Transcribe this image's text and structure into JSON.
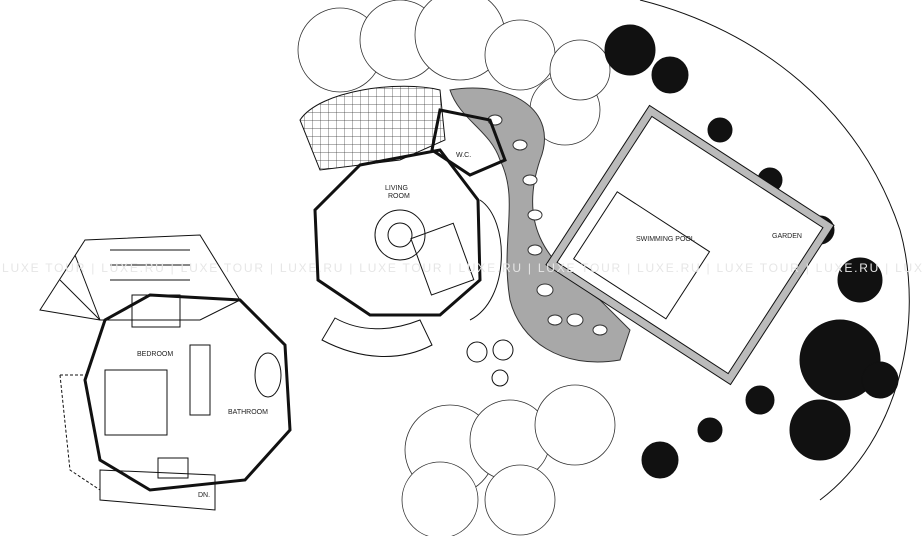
{
  "plan": {
    "labels": {
      "bedroom": "BEDROOM",
      "bathroom": "BATHROOM",
      "down": "DN.",
      "living_room_1": "LIVING",
      "living_room_2": "ROOM",
      "wc": "W.C.",
      "pool": "SWIMMING POOL",
      "garden": "GARDEN"
    },
    "watermark": "LUXE TOUR | LUXE.RU | LUXE TOUR | LUXE.RU | LUXE TOUR | LUXE.RU | LUXE TOUR | LUXE.RU | LUXE TOUR | LUXE.RU | LUX",
    "colors": {
      "path": "#a8a8a8",
      "line": "#111111"
    }
  }
}
